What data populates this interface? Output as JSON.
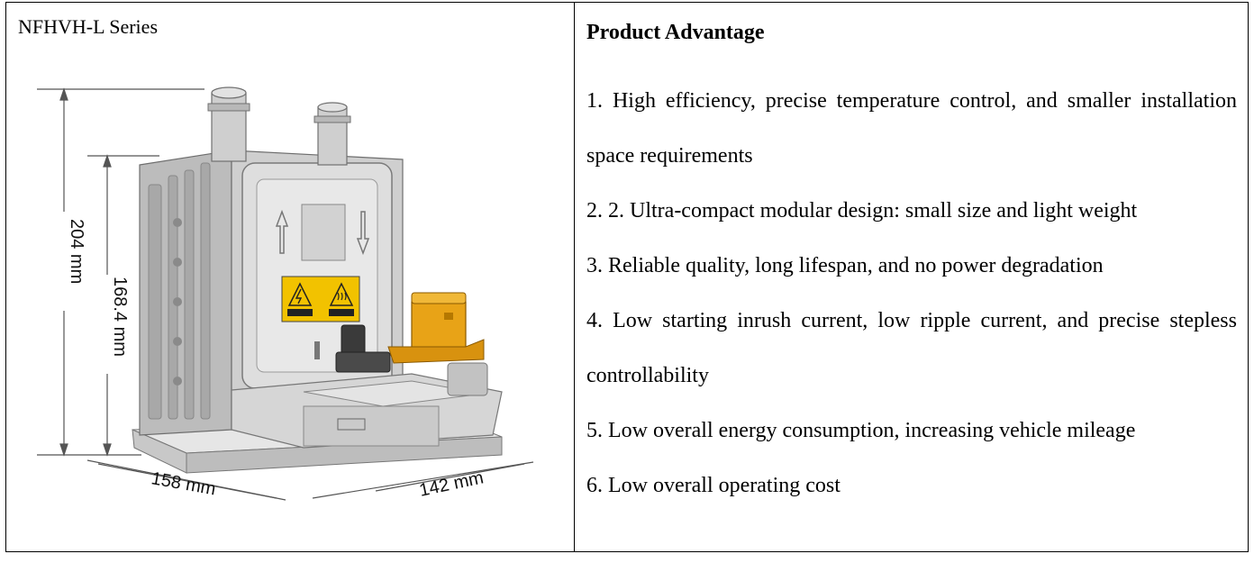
{
  "left_cell": {
    "series_title": "NFHVH-L Series",
    "dimensions": {
      "height_outer": "204 mm",
      "height_inner": "168.4 mm",
      "width": "158 mm",
      "depth": "142 mm"
    }
  },
  "right_cell": {
    "heading": "Product Advantage",
    "advantages": [
      "1.  High efficiency, precise temperature control, and smaller installation space requirements",
      "2.   2. Ultra-compact modular design: small size and light weight",
      "3. Reliable quality, long lifespan, and no power degradation",
      "4.   Low starting inrush current, low ripple current, and precise stepless controllability",
      "5.   Low overall energy consumption, increasing vehicle mileage",
      "6. Low overall operating cost"
    ]
  },
  "colors": {
    "housing_light": "#d9d9d9",
    "housing_mid": "#b5b5b5",
    "housing_dark": "#8a8a8a",
    "connector_orange": "#e8a317",
    "warning_yellow": "#f2c200"
  }
}
